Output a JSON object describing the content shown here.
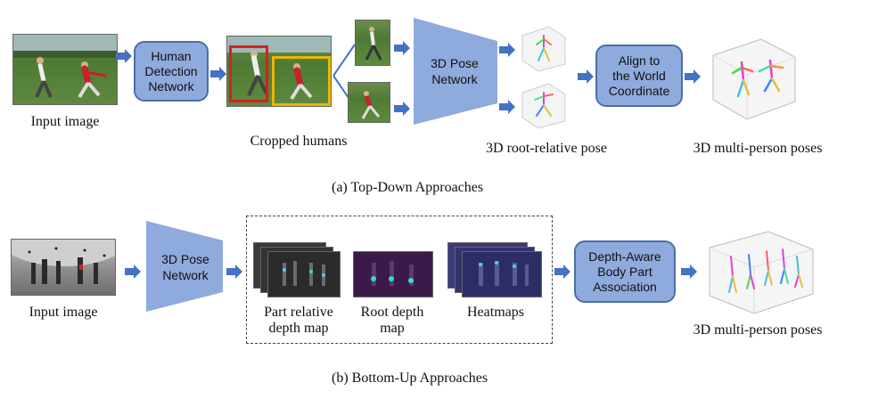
{
  "top": {
    "input_label": "Input image",
    "detection_box": "Human\nDetection\nNetwork",
    "cropped_label": "Cropped humans",
    "pose_net": "3D Pose\nNetwork",
    "root_relative_label": "3D root-relative pose",
    "align_box": "Align to\nthe World\nCoordinate",
    "multi_label": "3D multi-person poses",
    "caption": "(a) Top-Down Approaches"
  },
  "bottom": {
    "input_label": "Input image",
    "pose_net": "3D Pose\nNetwork",
    "map1_label": "Part relative\ndepth map",
    "map2_label": "Root depth\nmap",
    "map3_label": "Heatmaps",
    "association_box": "Depth-Aware\nBody Part\nAssociation",
    "multi_label": "3D multi-person poses",
    "caption": "(b) Bottom-Up Approaches"
  },
  "colors": {
    "box_fill": "#8faadc",
    "box_border": "#4a6fa5",
    "arrow": "#4472c4",
    "crop_red": "#d62020",
    "crop_yellow": "#e8b800"
  }
}
